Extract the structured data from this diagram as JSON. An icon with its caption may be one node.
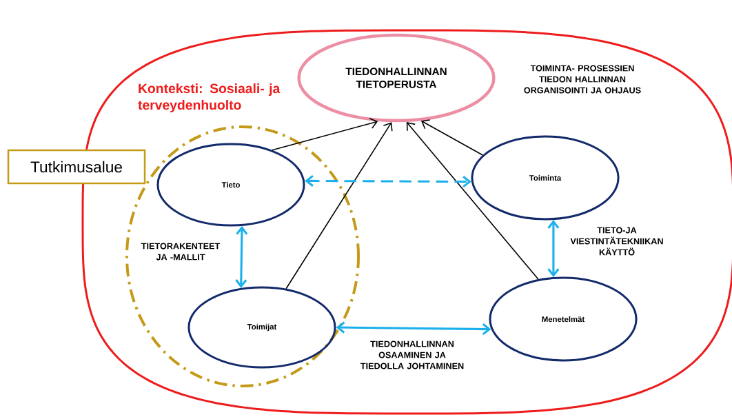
{
  "diagram": {
    "nodes": [
      {
        "text": [
          "Konteksti: Sosiaali- ja terveydenhuolto"
        ]
      },
      {
        "text": [
          "TIEDONHALLINNAN TIETOPERUSTA"
        ],
        "in": 0
      },
      {
        "text": [
          "Tutkimusalue"
        ]
      },
      {
        "text": [],
        "shape": "circle",
        "in": 0
      },
      {
        "text": [
          "Tieto"
        ],
        "in": 3
      },
      {
        "text": [
          "Toimijat"
        ],
        "in": 3
      },
      {
        "text": [
          "Toiminta"
        ],
        "in": 0
      },
      {
        "text": [
          "Menetelmät"
        ],
        "in": 0
      }
    ],
    "edges": [
      {
        "from": 4,
        "to": 1,
        "arrow": "to"
      },
      {
        "from": 5,
        "to": 1,
        "arrow": "to"
      },
      {
        "from": 7,
        "to": 1,
        "arrow": "to"
      },
      {
        "from": 6,
        "to": 1,
        "arrow": "to"
      },
      {
        "from": 4,
        "to": 6,
        "arrow": "both",
        "style": "dashed",
        "color": "#1ab0ec"
      },
      {
        "from": 4,
        "to": 5,
        "arrow": "both",
        "label": "TIETORAKENTEET JA -MALLIT",
        "color": "#1ab0ec"
      },
      {
        "from": 5,
        "to": 7,
        "arrow": "both",
        "label": "TIEDONHALLINNAN OSAAMINEN JA TIEDOLLA JOHTAMINEN",
        "color": "#1ab0ec"
      },
      {
        "from": 6,
        "to": 7,
        "arrow": "both",
        "label": "TIETO-JA VIESTINTÄTEKNIIKAN KÄYTTÖ",
        "color": "#1ab0ec"
      }
    ],
    "labels": [
      "TOIMINTA- PROSESSIEN TIEDON HALLINNAN ORGANISOINTI JA OHJAUS"
    ]
  }
}
